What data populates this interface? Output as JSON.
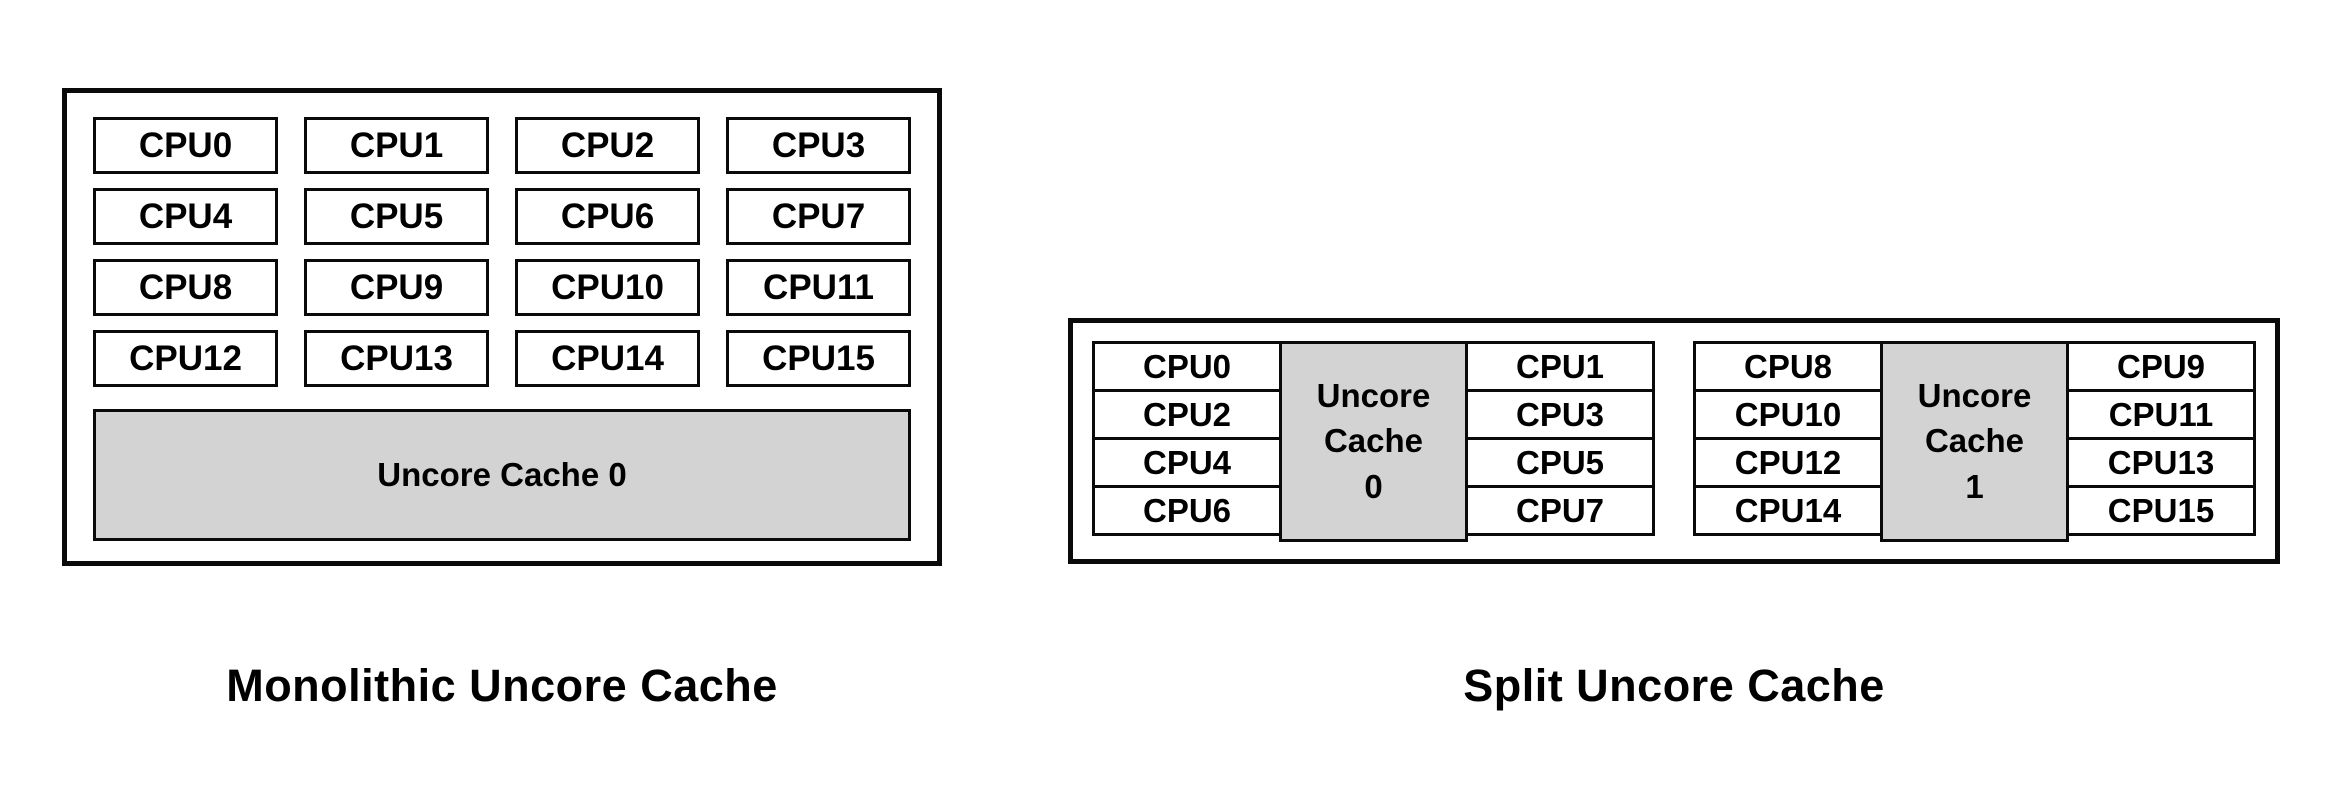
{
  "colors": {
    "background": "#ffffff",
    "box_border": "#0a0a0a",
    "cache_fill": "#d3d3d3",
    "text": "#000000"
  },
  "monolithic": {
    "caption": "Monolithic Uncore Cache",
    "cpu_rows": [
      [
        "CPU0",
        "CPU1",
        "CPU2",
        "CPU3"
      ],
      [
        "CPU4",
        "CPU5",
        "CPU6",
        "CPU7"
      ],
      [
        "CPU8",
        "CPU9",
        "CPU10",
        "CPU11"
      ],
      [
        "CPU12",
        "CPU13",
        "CPU14",
        "CPU15"
      ]
    ],
    "cache_label": "Uncore Cache 0"
  },
  "split": {
    "caption": "Split Uncore Cache",
    "clusters": [
      {
        "left_cpus": [
          "CPU0",
          "CPU2",
          "CPU4",
          "CPU6"
        ],
        "cache_label_lines": [
          "Uncore",
          "Cache",
          "0"
        ],
        "right_cpus": [
          "CPU1",
          "CPU3",
          "CPU5",
          "CPU7"
        ]
      },
      {
        "left_cpus": [
          "CPU8",
          "CPU10",
          "CPU12",
          "CPU14"
        ],
        "cache_label_lines": [
          "Uncore",
          "Cache",
          "1"
        ],
        "right_cpus": [
          "CPU9",
          "CPU11",
          "CPU13",
          "CPU15"
        ]
      }
    ]
  }
}
